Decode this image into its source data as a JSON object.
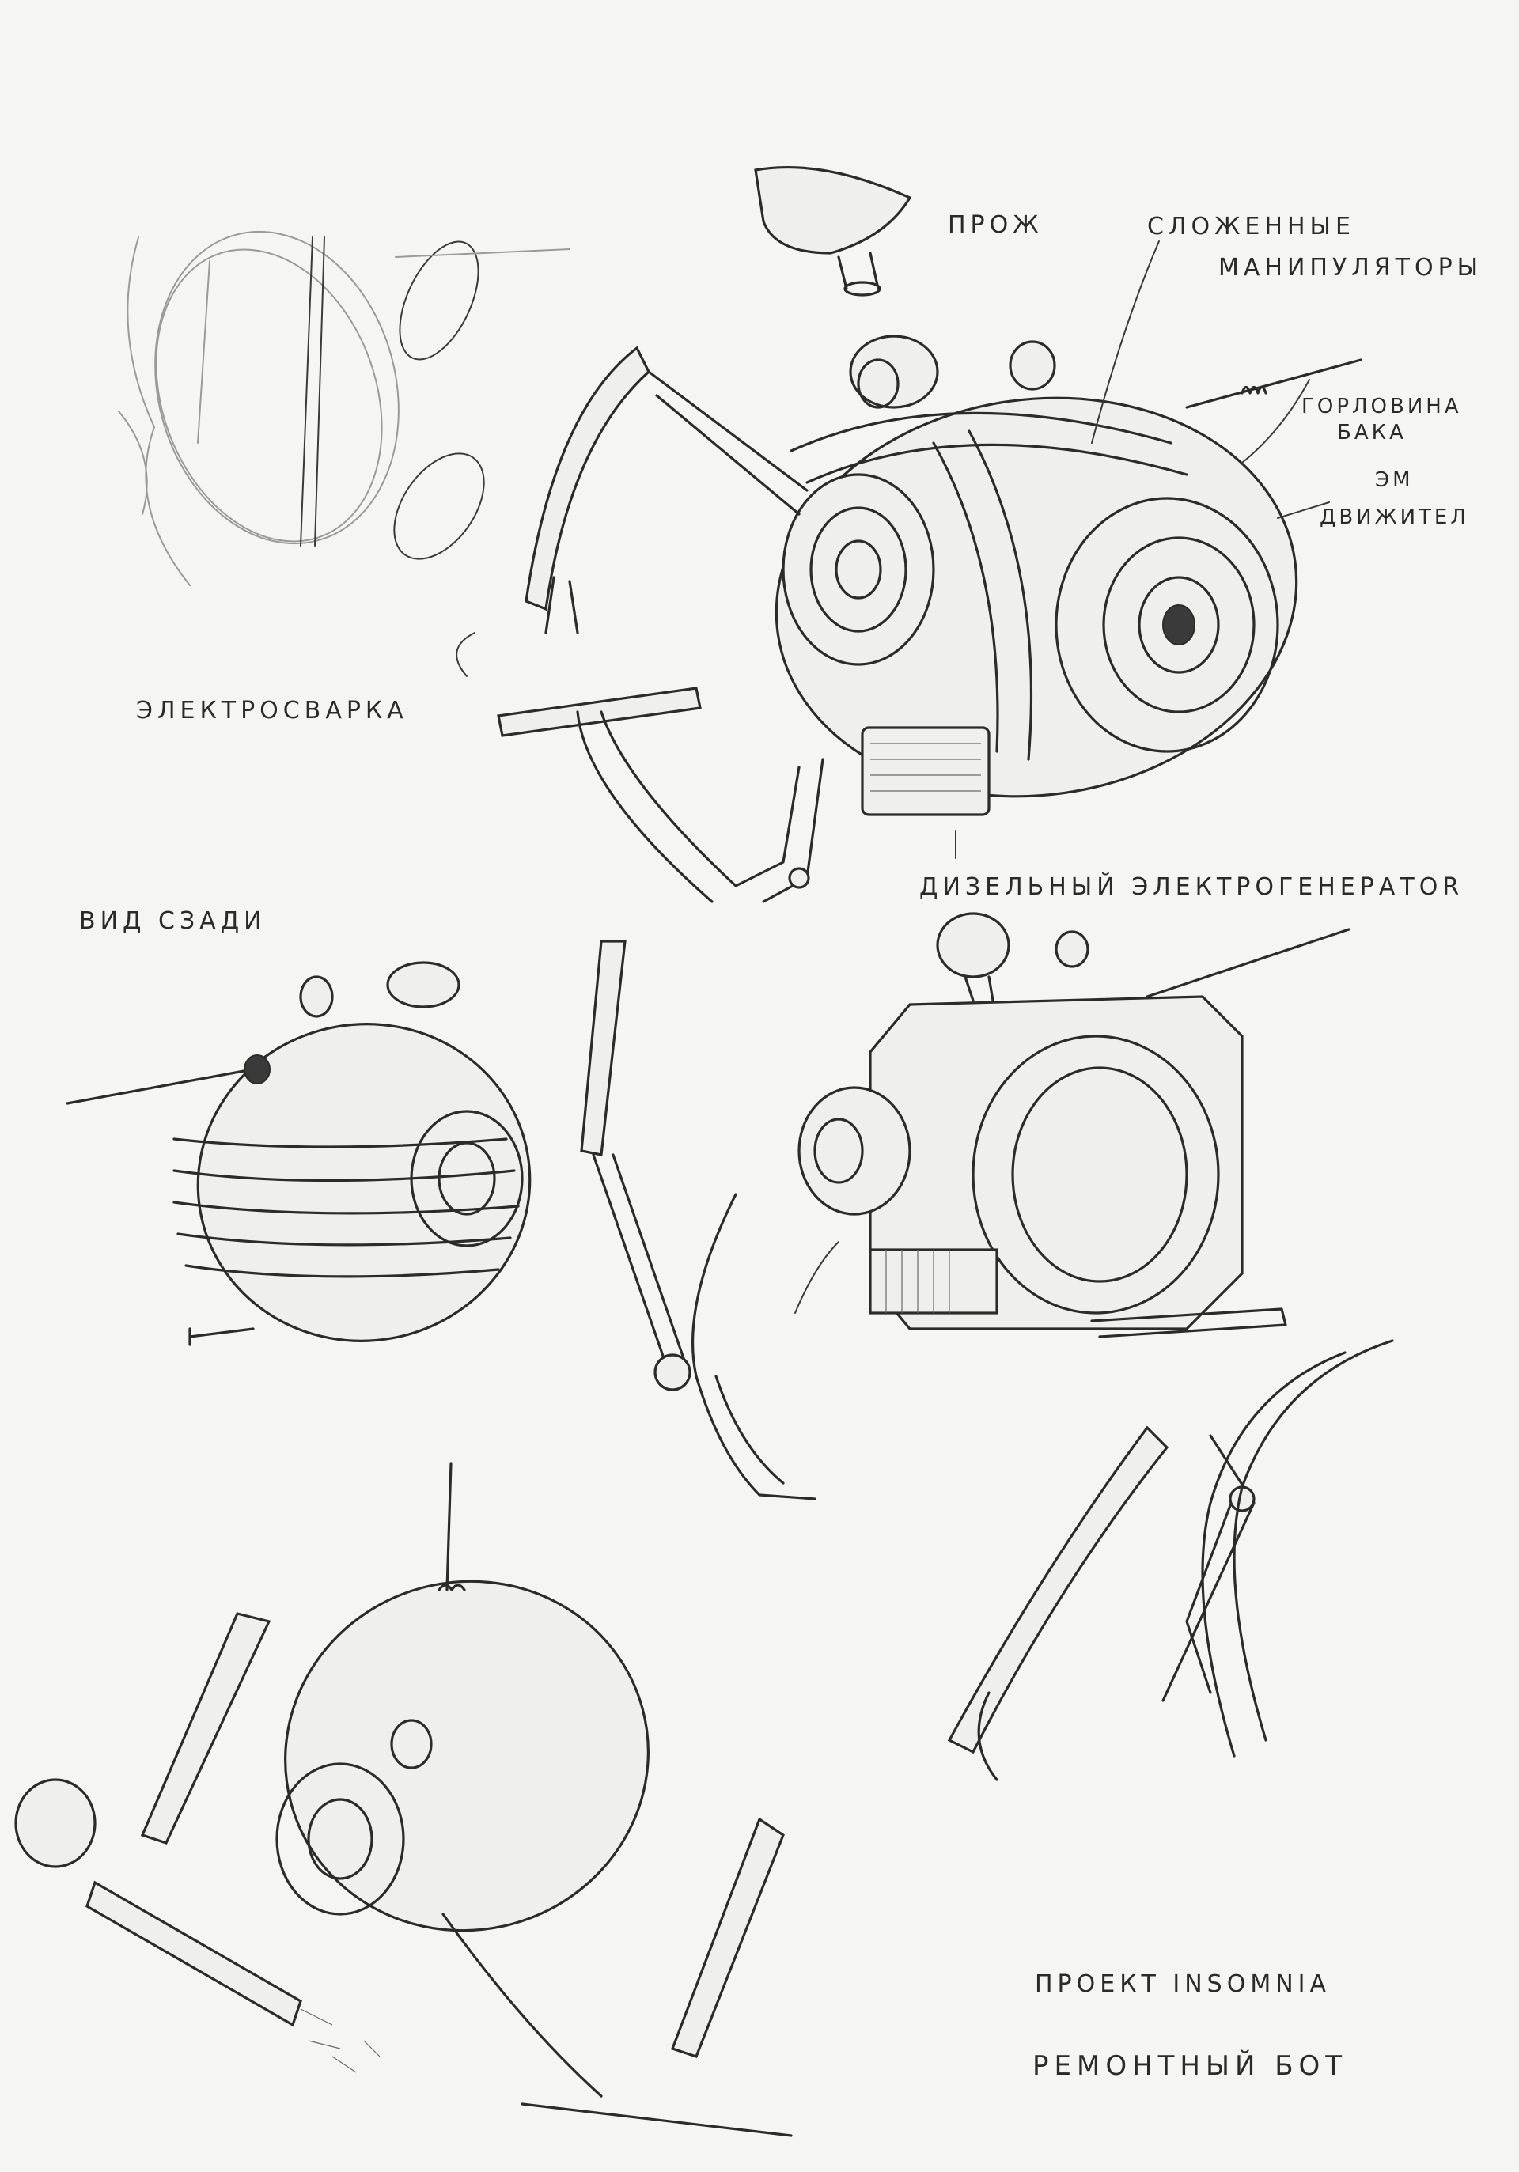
{
  "labels": {
    "searchlight": "ПРОЖ",
    "folded_manipulators_1": "СЛОЖЕННЫЕ",
    "folded_manipulators_2": "МАНИПУЛЯТОРЫ",
    "tank_neck_1": "ГОРЛОВИНА",
    "tank_neck_2": "БАКА",
    "em_drive_1": "ЭМ",
    "em_drive_2": "ДВИЖИТЕЛ",
    "welding": "ЭЛЕКТРОСВАРКА",
    "rear_view": "ВИД СЗАДИ",
    "diesel_generator": "ДИЗЕЛЬНЫЙ ЭЛЕКТРОГЕНЕРАТOR",
    "project_title": "ПРОЕКТ INSOMNIA",
    "project_subtitle": "РЕМОНТНЫЙ БОТ"
  },
  "colors": {
    "paper": "#f5f5f3",
    "ink": "#2b2b2b"
  }
}
